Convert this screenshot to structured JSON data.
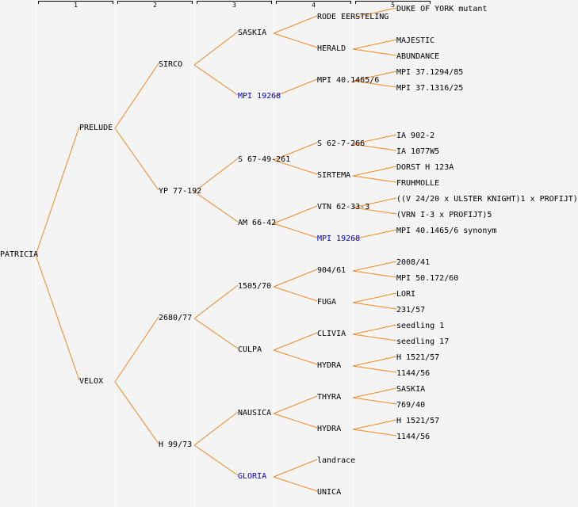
{
  "generations": [
    "1",
    "2",
    "3",
    "4",
    "5"
  ],
  "colors": {
    "line": "#f0891e",
    "link": "#0000cc",
    "text": "#000000",
    "background": "#f4f4f4"
  },
  "tree": {
    "name": "PATRICIA",
    "children": [
      {
        "name": "PRELUDE",
        "children": [
          {
            "name": "SIRCO",
            "children": [
              {
                "name": "SASKIA",
                "children": [
                  {
                    "name": "RODE EERSTELING",
                    "children": [
                      {
                        "name": "DUKE OF YORK mutant"
                      }
                    ]
                  },
                  {
                    "name": "HERALD",
                    "children": [
                      {
                        "name": "MAJESTIC"
                      },
                      {
                        "name": "ABUNDANCE"
                      }
                    ]
                  }
                ]
              },
              {
                "name": "MPI 19268",
                "link": true,
                "children": [
                  {
                    "name": "MPI 40.1465/6",
                    "children": [
                      {
                        "name": "MPI 37.1294/85"
                      },
                      {
                        "name": "MPI 37.1316/25"
                      }
                    ]
                  }
                ]
              }
            ]
          },
          {
            "name": "YP 77-192",
            "children": [
              {
                "name": "S 67-49-261",
                "children": [
                  {
                    "name": "S 62-7-266",
                    "children": [
                      {
                        "name": "IA 902-2"
                      },
                      {
                        "name": "IA 1077W5"
                      }
                    ]
                  },
                  {
                    "name": "SIRTEMA",
                    "children": [
                      {
                        "name": "DORST H 123A"
                      },
                      {
                        "name": "FRUHMOLLE"
                      }
                    ]
                  }
                ]
              },
              {
                "name": "AM 66-42",
                "children": [
                  {
                    "name": "VTN 62-33-3",
                    "children": [
                      {
                        "name": "((V 24/20 x ULSTER KNIGHT)1 x PROFIJT)"
                      },
                      {
                        "name": "(VRN I-3 x PROFIJT)5"
                      }
                    ]
                  },
                  {
                    "name": "MPI 19268",
                    "link": true,
                    "children": [
                      {
                        "name": "MPI 40.1465/6 synonym"
                      }
                    ]
                  }
                ]
              }
            ]
          }
        ]
      },
      {
        "name": "VELOX",
        "children": [
          {
            "name": "2680/77",
            "children": [
              {
                "name": "1505/70",
                "children": [
                  {
                    "name": "904/61",
                    "children": [
                      {
                        "name": "2008/41"
                      },
                      {
                        "name": "MPI 50.172/60"
                      }
                    ]
                  },
                  {
                    "name": "FUGA",
                    "children": [
                      {
                        "name": "LORI"
                      },
                      {
                        "name": "231/57"
                      }
                    ]
                  }
                ]
              },
              {
                "name": "CULPA",
                "children": [
                  {
                    "name": "CLIVIA",
                    "children": [
                      {
                        "name": "seedling 1"
                      },
                      {
                        "name": "seedling 17"
                      }
                    ]
                  },
                  {
                    "name": "HYDRA",
                    "children": [
                      {
                        "name": "H 1521/57"
                      },
                      {
                        "name": "1144/56"
                      }
                    ]
                  }
                ]
              }
            ]
          },
          {
            "name": "H 99/73",
            "children": [
              {
                "name": "NAUSICA",
                "children": [
                  {
                    "name": "THYRA",
                    "children": [
                      {
                        "name": "SASKIA"
                      },
                      {
                        "name": "769/40"
                      }
                    ]
                  },
                  {
                    "name": "HYDRA",
                    "children": [
                      {
                        "name": "H 1521/57"
                      },
                      {
                        "name": "1144/56"
                      }
                    ]
                  }
                ]
              },
              {
                "name": "GLORIA",
                "link": true,
                "children": [
                  {
                    "name": "landrace"
                  },
                  {
                    "name": "UNICA"
                  }
                ]
              }
            ]
          }
        ]
      }
    ]
  }
}
